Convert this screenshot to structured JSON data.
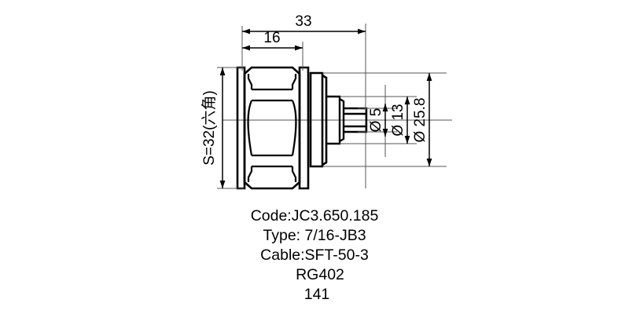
{
  "drawing": {
    "title": "7/16 DIN RF coaxial connector outline drawing",
    "line_color": "#000000",
    "background_color": "#ffffff",
    "centerline_color": "#444444",
    "dimensions": {
      "overall_length": "33",
      "hex_to_flange_length": "16",
      "across_flats": "S=32(六角)",
      "pin_diameter": "Ø 5",
      "insulator_diameter": "Ø 13",
      "flange_diameter": "Ø 25.8"
    }
  },
  "caption": {
    "line1": "Code:JC3.650.185",
    "line2": "Type: 7/16-JB3",
    "line3": "Cable:SFT-50-3",
    "line4": "RG402",
    "line5": "141"
  }
}
